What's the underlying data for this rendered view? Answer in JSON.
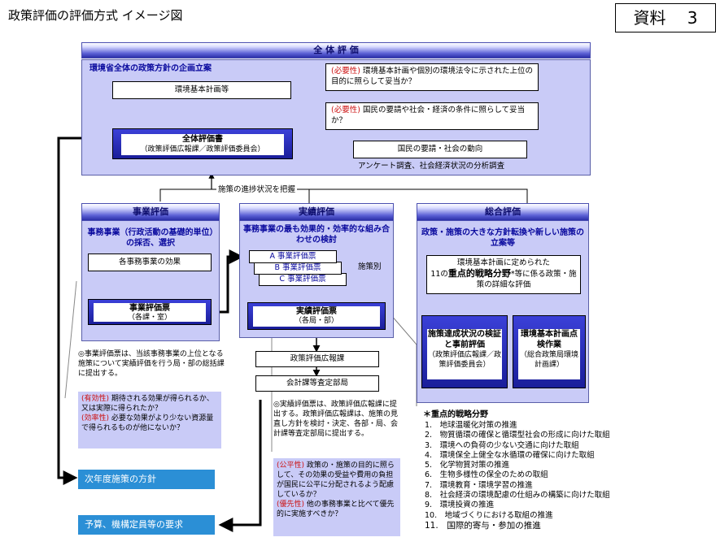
{
  "title": "政策評価の評価方式 イメージ図",
  "doc_label": "資料　 3",
  "overall": {
    "header": "全 体 評 価",
    "subtitle": "環境省全体の政策方針の企画立案",
    "basic_plan": "環境基本計画等",
    "eval_doc_title": "全体評価書",
    "eval_doc_sub": "（政策評価広報課／政策評価委員会）",
    "need1_tag": "(必要性)",
    "need1_text": "環境基本計画や個別の環境法令に示された上位の目的に照らして妥当か？",
    "need2_tag": "(必要性)",
    "need2_text": "国民の要請や社会・経済の条件に照らして妥当か？",
    "public_demand": "国民の要請・社会の動向",
    "survey_note": "アンケート調査、社会経済状況の分析調査"
  },
  "progress_label": "施策の進捗状況を把握",
  "project_eval": {
    "header": "事業評価",
    "subtitle": "事務事業（行政活動の基礎的単位）の採否、選択",
    "effect": "各事務事業の効果",
    "sheet_title": "事業評価票",
    "sheet_sub": "（各課・室）",
    "note": "◎事業評価票は、当該事務事業の上位となる施策について実績評価を行う局・部の総括課に提出する。",
    "eff_tag": "(有効性)",
    "eff_text": "期待される効果が得られるか、又は実際に得られたか？",
    "efc_tag": "(効率性)",
    "efc_text": "必要な効果がより少ない資源量で得られるものが他にないか？"
  },
  "perf_eval": {
    "header": "実績評価",
    "subtitle": "事務事業の最も効果的・効率的な組み合わせの検討",
    "sheet_a": "A 事業評価票",
    "sheet_b": "B 事業評価票",
    "sheet_c": "C 事業評価票",
    "by_policy": "施策別",
    "sheet_title": "実績評価票",
    "sheet_sub": "（各局・部）",
    "dept1": "政策評価広報課",
    "dept2": "会計課等査定部局",
    "note": "◎実績評価票は、政策評価広報課に提出する。政策評価広報課は、施策の見直し方針を検討・決定、各部・局、会計課等査定部局に提出する。",
    "fair_tag": "(公平性)",
    "fair_text": "政策の・施策の目的に照らして、その効果の受益や費用の負担が国民に公平に分配されるよう配慮しているか？",
    "pri_tag": "(優先性)",
    "pri_text": "他の事務事業と比べて優先的に実施すべきか？"
  },
  "general_eval": {
    "header": "総合評価",
    "subtitle": "政策・施策の大きな方針転換や新しい施策の立案等",
    "desc_pre": "環境基本計画に定められた",
    "desc_num": "11の",
    "desc_bold": "重点的戦略分野",
    "desc_post": "*等に係る政策・施策の詳細な評価",
    "box1_title": "施策達成状況の検証と事前評価",
    "box1_sub": "（政策評価広報課／政策評価委員会）",
    "box2_title": "環境基本計画点検作業",
    "box2_sub": "（総合政策局環境計画課）"
  },
  "next_year": "次年度施策の方針",
  "budget": "予算、機構定員等の要求",
  "strategic": {
    "header": "＊重点的戦略分野",
    "items": [
      "1.　地球温暖化対策の推進",
      "2.　物質循環の確保と循環型社会の形成に向けた取組",
      "3.　環境への負荷の少ない交通に向けた取組",
      "4.　環境保全上健全な水循環の確保に向けた取組",
      "5.　化学物質対策の推進",
      "6.　生物多様性の保全のための取組",
      "7.　環境教育・環境学習の推進",
      "8.　社会経済の環境配慮の仕組みの構築に向けた取組",
      "9.　環境投資の推進",
      "10.　地域づくりにおける取組の推進",
      "11.　国際的寄与・参加の推進"
    ]
  }
}
